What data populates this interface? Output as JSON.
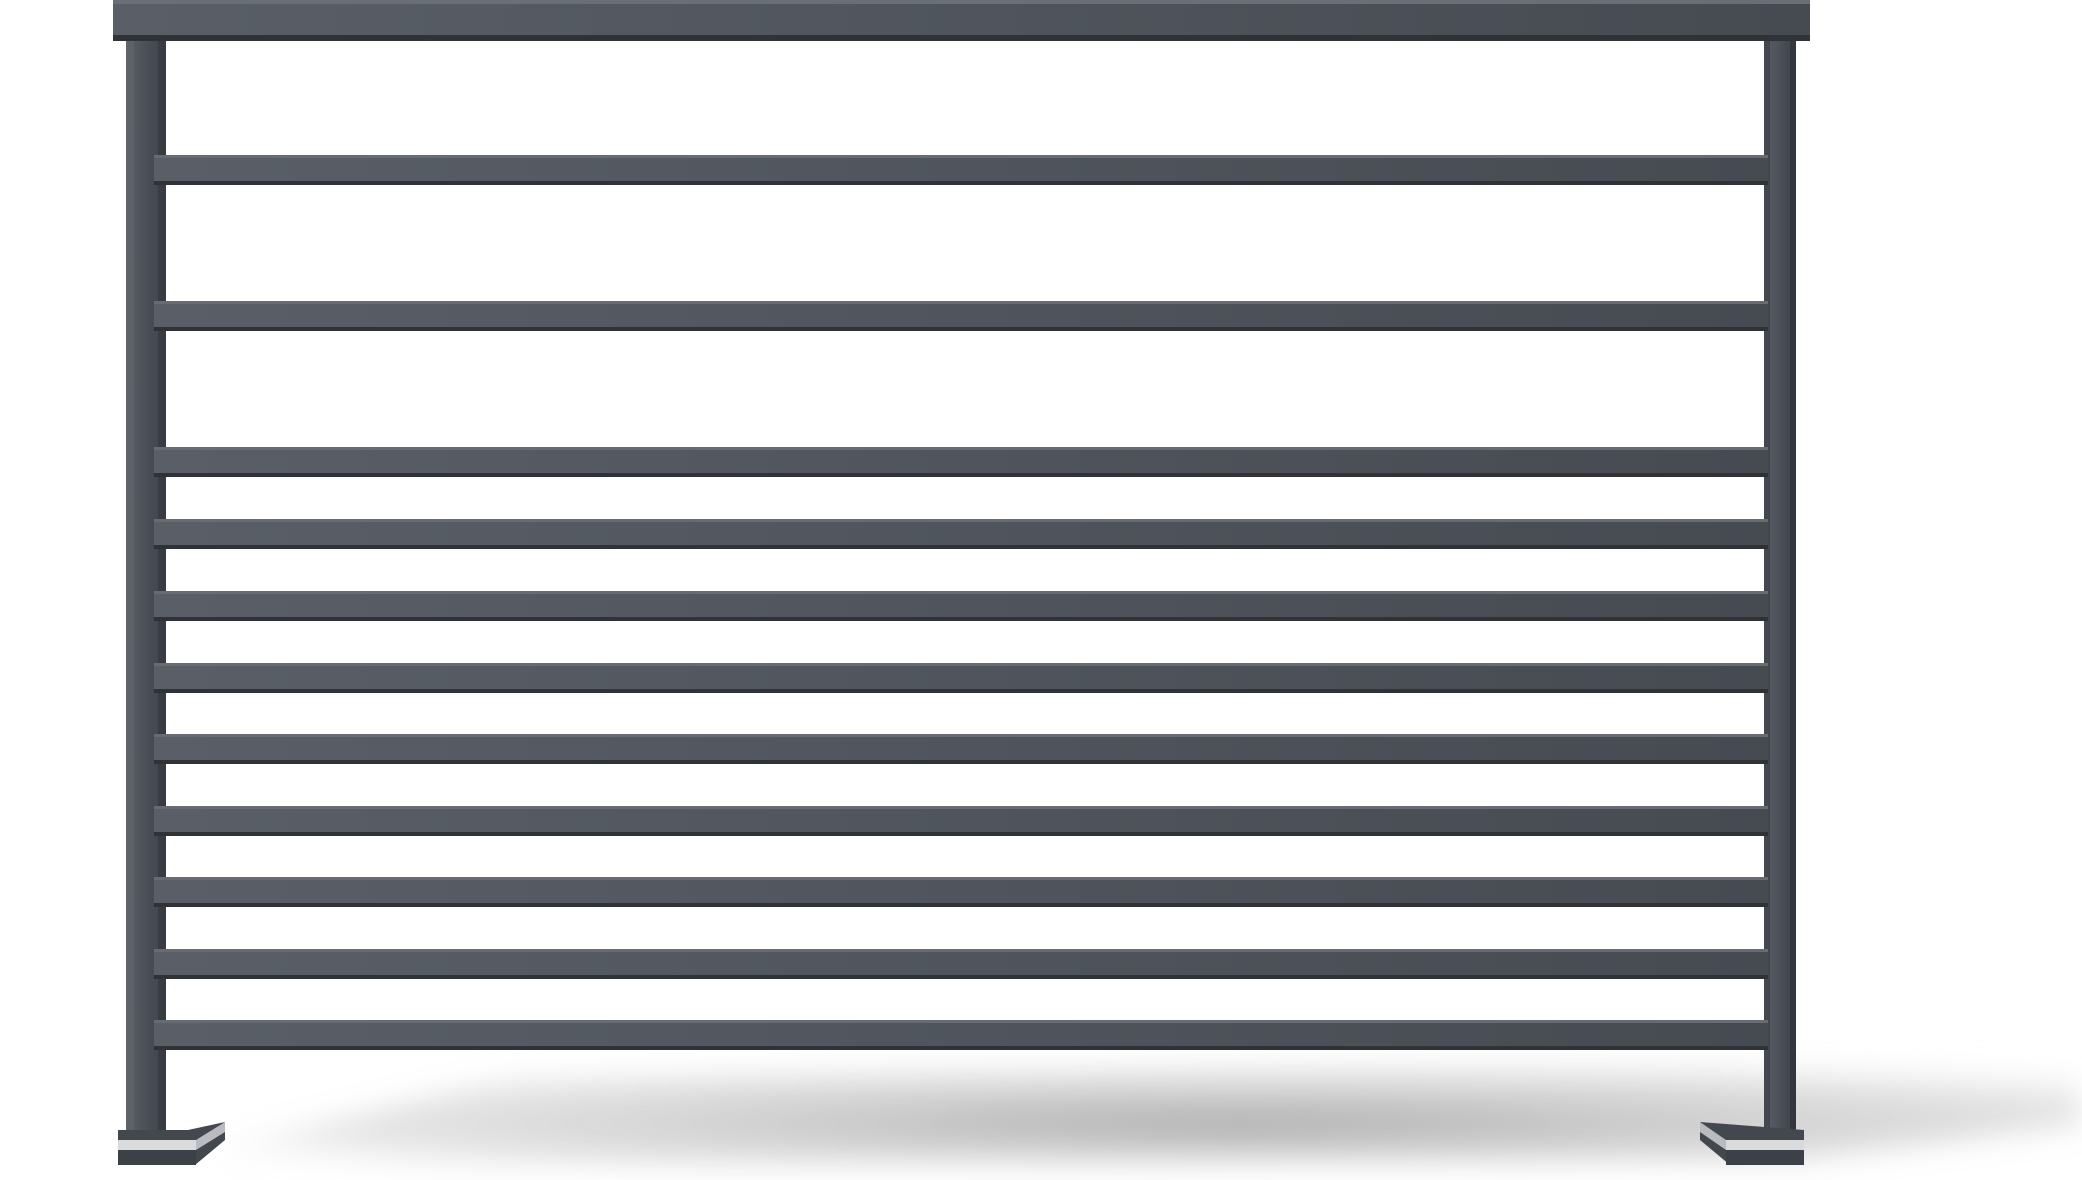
{
  "scene": {
    "subject": "railing-panel",
    "background_color": "#ffffff",
    "finish_color": "#4a4f57",
    "highlight_color": "#5b6068",
    "shadow_color": "#33373d",
    "horizontal_bar_count": 12,
    "post_count": 2,
    "foot_count": 2
  }
}
